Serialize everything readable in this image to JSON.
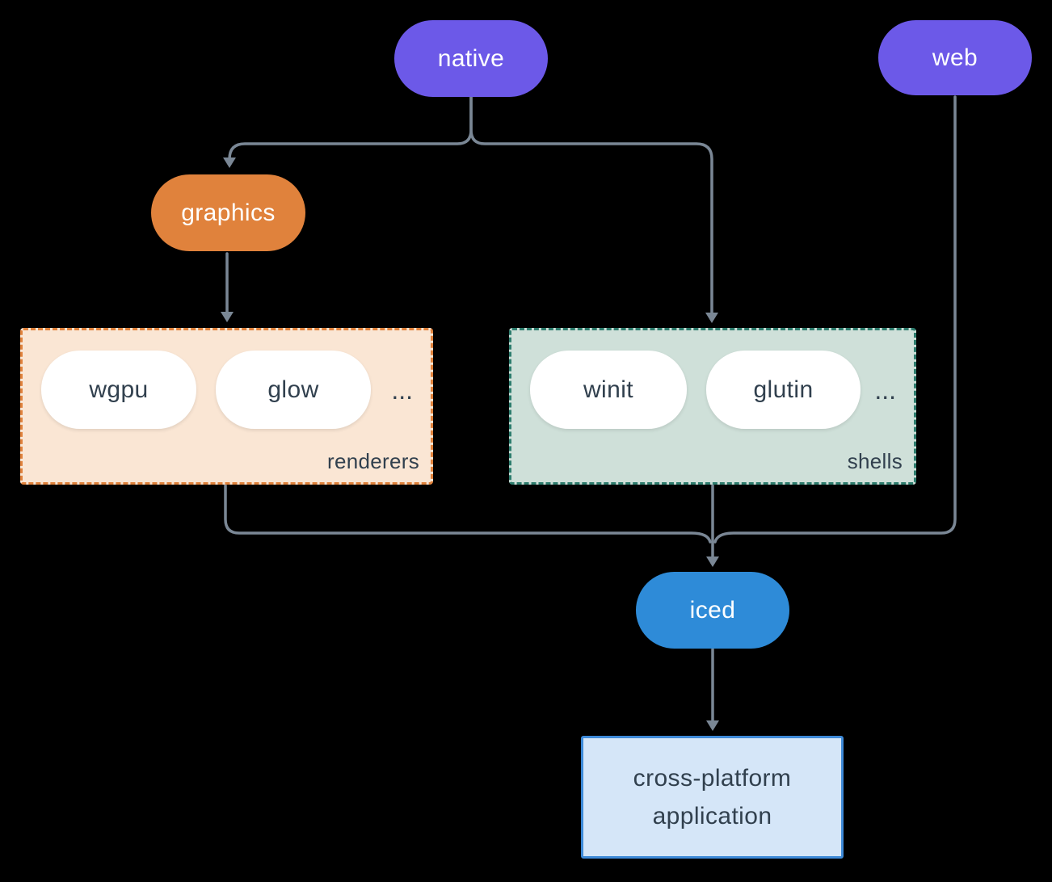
{
  "colors": {
    "background": "#000000",
    "node_purple": "#6C59E8",
    "node_orange": "#E0823C",
    "node_blue": "#2E8BD8",
    "pill_white": "#FFFFFF",
    "renderers_fill": "#FAE6D4",
    "renderers_border": "#E0823C",
    "shells_fill": "#CFE0D9",
    "shells_border": "#2E7D6E",
    "app_fill": "#D5E6F8",
    "app_border": "#3E8AD8",
    "edge": "#7A8795",
    "text_light": "#FFFFFF",
    "text_dark": "#31404E"
  },
  "nodes": {
    "native": {
      "label": "native"
    },
    "web": {
      "label": "web"
    },
    "graphics": {
      "label": "graphics"
    },
    "iced": {
      "label": "iced"
    },
    "application": {
      "label": "cross-platform application"
    }
  },
  "groups": {
    "renderers": {
      "label": "renderers",
      "ellipsis": "...",
      "items": [
        {
          "label": "wgpu"
        },
        {
          "label": "glow"
        }
      ]
    },
    "shells": {
      "label": "shells",
      "ellipsis": "...",
      "items": [
        {
          "label": "winit"
        },
        {
          "label": "glutin"
        }
      ]
    }
  }
}
